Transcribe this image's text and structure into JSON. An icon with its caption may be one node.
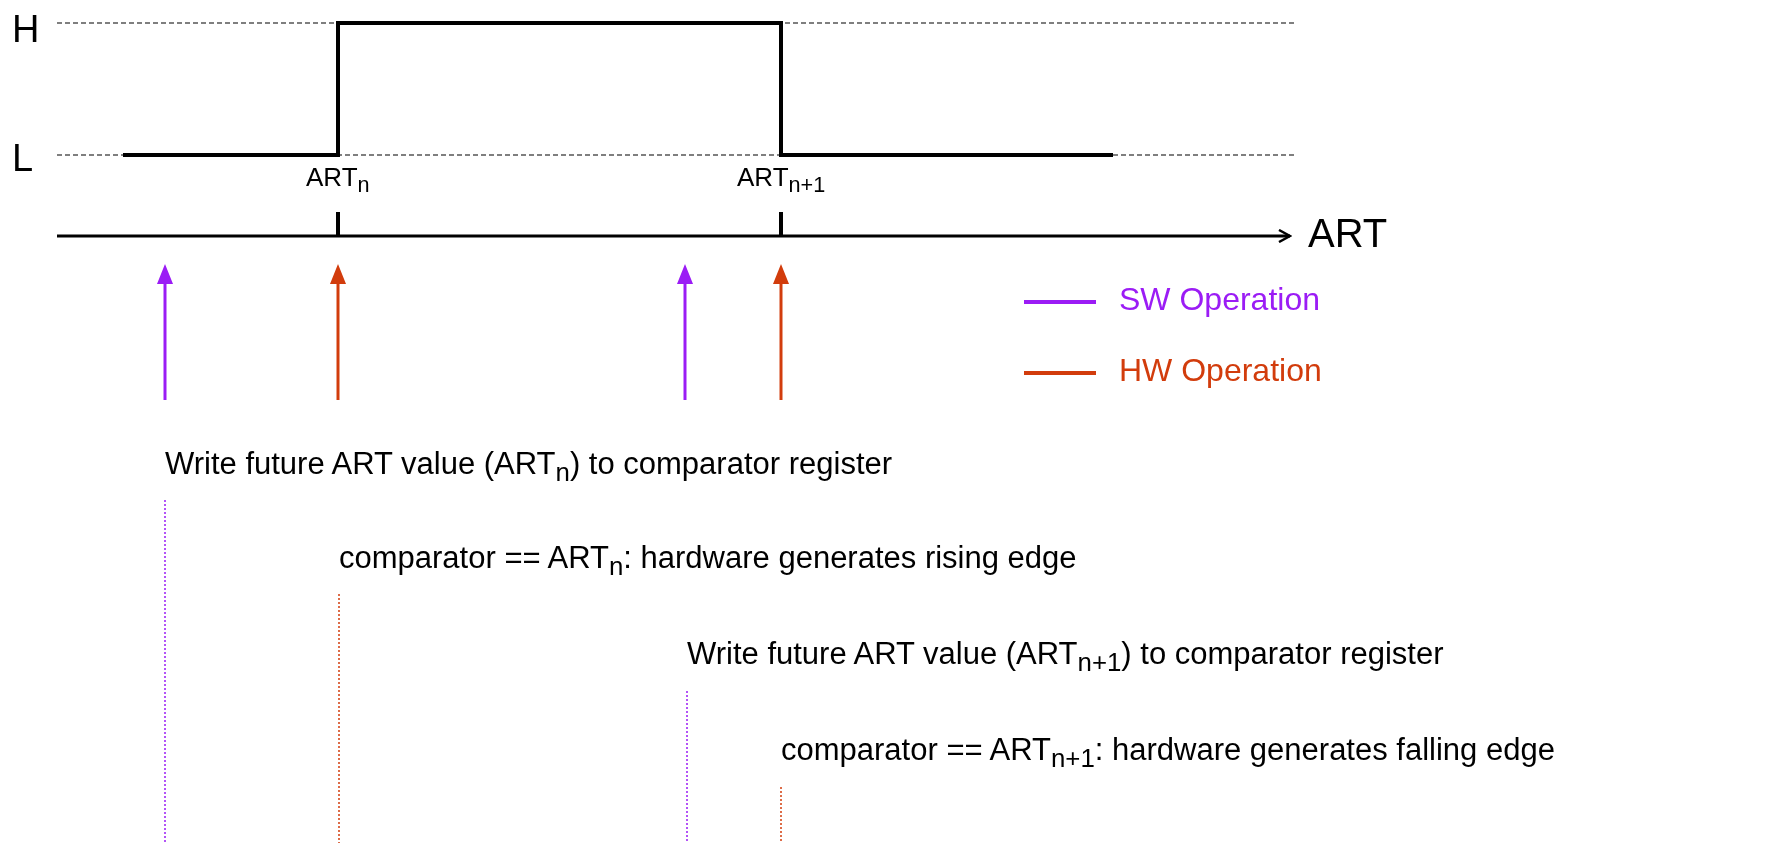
{
  "diagram": {
    "labels": [
      "H",
      "L",
      "ART$_{n}$",
      "ART$_{n+1}$",
      "ART",
      "Write future ART value (ART$_{n}$) to comparator register",
      "comparator == ART$_{n}$: hardware generates rising edge",
      "Write future ART value (ART$_{n+1}$) to comparator register",
      "comparator == ART$_{n+1}$: hardware generates falling edge"
    ],
    "legend": [
      {
        "text": "SW Operation"
      },
      {
        "text": "HW Operation"
      }
    ]
  }
}
